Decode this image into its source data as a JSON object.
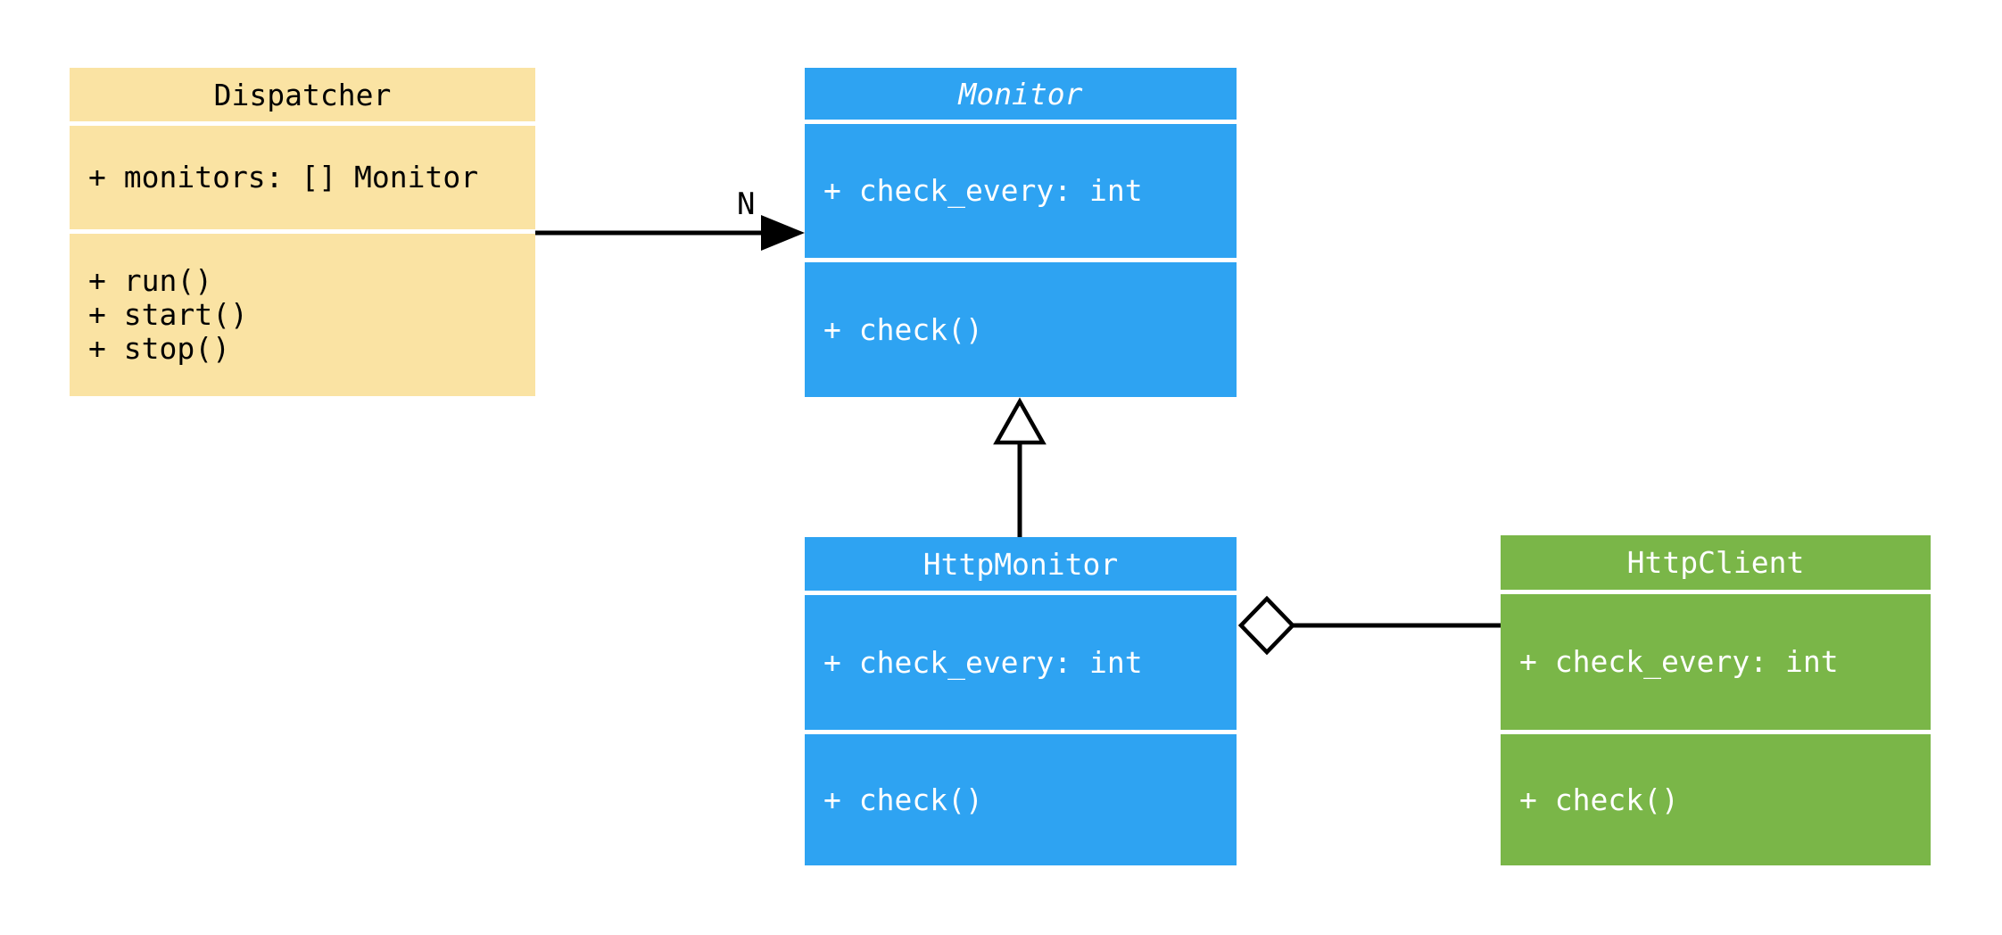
{
  "canvas": {
    "background": "#FFFFFF",
    "line_color": "#000000"
  },
  "classes": [
    {
      "title": "Dispatcher",
      "abstract": false,
      "fill_color": "#FAE3A3",
      "text_color": "#000000",
      "attributes": [
        "+ monitors: [] Monitor"
      ],
      "methods": [
        "+ run()",
        "+ start()",
        "+ stop()"
      ]
    },
    {
      "title": "Monitor",
      "abstract": true,
      "fill_color": "#2EA3F2",
      "text_color": "#FFFFFF",
      "attributes": [
        "+ check_every: int"
      ],
      "methods": [
        "+ check()"
      ]
    },
    {
      "title": "HttpMonitor",
      "abstract": false,
      "fill_color": "#2EA3F2",
      "text_color": "#FFFFFF",
      "attributes": [
        "+ check_every: int"
      ],
      "methods": [
        "+ check()"
      ]
    },
    {
      "title": "HttpClient",
      "abstract": false,
      "fill_color": "#7AB648",
      "text_color": "#FFFFFF",
      "attributes": [
        "+ check_every: int"
      ],
      "methods": [
        "+ check()"
      ]
    }
  ],
  "relationships": [
    {
      "type": "association",
      "from": "Dispatcher",
      "to": "Monitor",
      "label": "N",
      "line_color": "#000000"
    },
    {
      "type": "generalization",
      "from": "HttpMonitor",
      "to": "Monitor",
      "line_color": "#000000"
    },
    {
      "type": "aggregation",
      "from": "HttpMonitor",
      "to": "HttpClient",
      "line_color": "#000000"
    }
  ]
}
